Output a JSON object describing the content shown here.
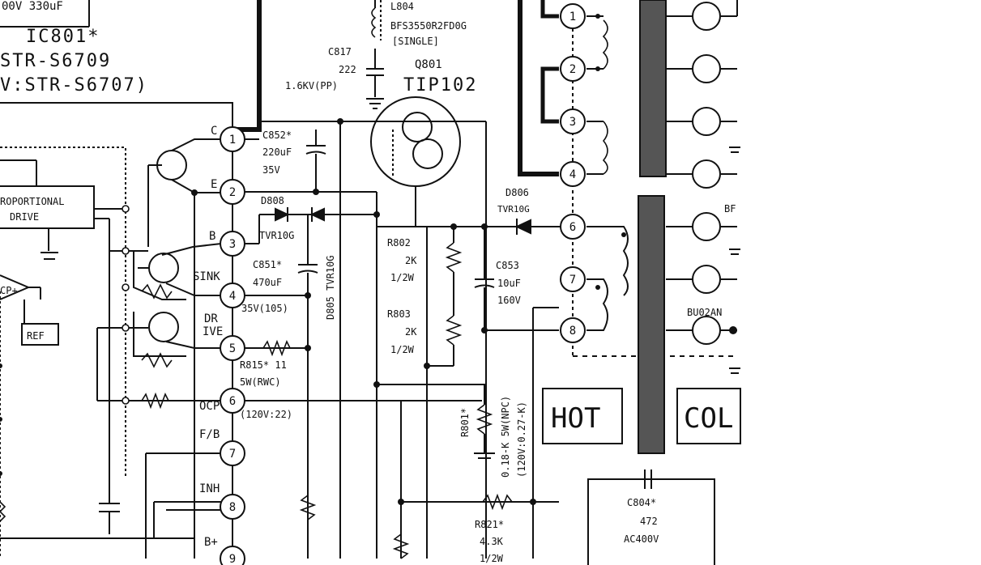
{
  "ic": {
    "top_value": "00V 330uF",
    "name": "IC801*",
    "part": "STR-S6709",
    "alt_part": "V:STR-S6707)",
    "block_label_1": "ROPORTIONAL",
    "block_label_2": "DRIVE",
    "comparator_label": "CP+",
    "ref_label": "REF",
    "pins": [
      {
        "num": "1",
        "name": "C"
      },
      {
        "num": "2",
        "name": "E"
      },
      {
        "num": "3",
        "name": "B"
      },
      {
        "num": "4",
        "name": "SINK"
      },
      {
        "num": "5",
        "name_1": "DR",
        "name_2": "IVE"
      },
      {
        "num": "6",
        "name": "OCP"
      },
      {
        "num": "7",
        "name": "F/B"
      },
      {
        "num": "8",
        "name": "INH"
      },
      {
        "num": "9",
        "name": "B+"
      }
    ]
  },
  "components": {
    "l804": {
      "ref": "L804",
      "part": "BFS3550R2FD0G",
      "note": "[SINGLE]"
    },
    "c817": {
      "ref": "C817",
      "value": "222",
      "rating": "1.6KV(PP)"
    },
    "q801": {
      "ref": "Q801",
      "part": "TIP102"
    },
    "c852": {
      "ref": "C852*",
      "value": "220uF",
      "rating": "35V"
    },
    "d808": {
      "ref": "D808",
      "part": "TVR10G"
    },
    "c851": {
      "ref": "C851*",
      "value": "470uF",
      "rating": "35V(105)"
    },
    "d805": {
      "ref": "D805 TVR10G"
    },
    "r815": {
      "ref": "R815* 11",
      "rating": "5W(RWC)",
      "alt": "(120V:22)"
    },
    "r802": {
      "ref": "R802",
      "value": "2K",
      "rating": "1/2W"
    },
    "r803": {
      "ref": "R803",
      "value": "2K",
      "rating": "1/2W"
    },
    "c853": {
      "ref": "C853",
      "value": "10uF",
      "rating": "160V"
    },
    "d806": {
      "ref": "D806",
      "part": "TVR10G"
    },
    "r801": {
      "ref": "R801*",
      "value": "0.18-K 5W(NPC)",
      "alt": "(120V:0.27-K)"
    },
    "r821": {
      "ref": "R821*",
      "value": "4.3K",
      "rating": "1/2W"
    },
    "c804": {
      "ref": "C804*",
      "value": "472",
      "rating": "AC400V"
    }
  },
  "transformer": {
    "pins": [
      "1",
      "2",
      "3",
      "4",
      "6",
      "7",
      "8"
    ],
    "right_label_1": "BF",
    "right_label_2": "BU02AN"
  },
  "regions": {
    "hot": "HOT",
    "cold": "COL"
  }
}
